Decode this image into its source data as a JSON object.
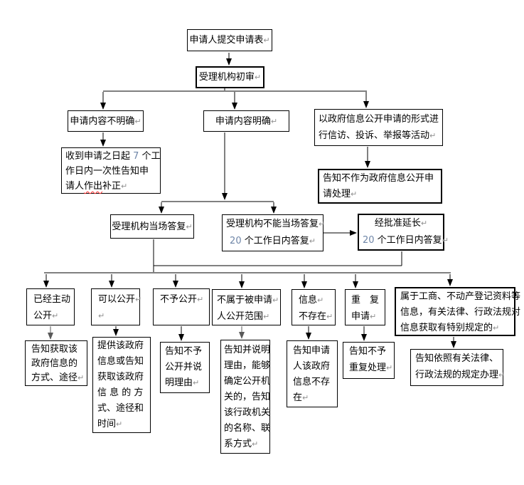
{
  "colors": {
    "background": "#ffffff",
    "box_border": "#000000",
    "connector": "#000000",
    "connector_gray": "#808080",
    "number": "#6f86a8",
    "return_mark": "#909090",
    "spell_wave": "#ff2a2a"
  },
  "nodes": {
    "submit": {
      "lines": [
        "申请人提交申请表↵"
      ]
    },
    "review": {
      "lines": [
        "受理机构初审↵"
      ]
    },
    "unclear": {
      "lines": [
        "申请内容不明确↵"
      ]
    },
    "clear": {
      "lines": [
        "申请内容明确↵"
      ]
    },
    "petition": {
      "lines": [
        "以政府信息公开申请的形式进",
        "行信访、投诉、举报等活动↵"
      ]
    },
    "correct": {
      "lines": [
        "收到申请之日起 7 个工",
        "作日内一次性告知申",
        "请人⟦作出⟧补正↵"
      ]
    },
    "nothandle": {
      "lines": [
        "告知不作为政府信息公开申",
        "请处理↵"
      ]
    },
    "onspot": {
      "lines": [
        "受理机构当场答复↵"
      ]
    },
    "not_onspot": {
      "lines": [
        "受理机构不能当场答复↵",
        "20 个工作日内答复↵"
      ]
    },
    "extend": {
      "lines": [
        "经批准延长↵",
        "20 个工作日内答复↵"
      ]
    },
    "cat_already_public": {
      "lines": [
        "已经主动",
        "公开↵"
      ]
    },
    "cat_can_public": {
      "lines": [
        "可以公开↵",
        "↵"
      ]
    },
    "cat_not_public": {
      "lines": [
        "不予公开↵"
      ]
    },
    "cat_not_in_scope": {
      "lines": [
        "不属于被申请↵",
        "人公开范围↵"
      ]
    },
    "cat_not_exist": {
      "lines": [
        "信息↵",
        "不存在↵"
      ]
    },
    "cat_repeat": {
      "lines": [
        "重　复",
        "申请↵"
      ]
    },
    "cat_special": {
      "lines": [
        "属于工商、不动产登记资料等",
        "信息，有关法律、行政法规对",
        "信息获取有特别规定的↵"
      ]
    },
    "ans_way": {
      "lines": [
        "告知获取该",
        "政府信息的",
        "方式、途径↵"
      ]
    },
    "ans_provide": {
      "lines": [
        "提供该政府",
        "信息或告知",
        "获取该政府",
        "信 息 的 方",
        "式、途径和",
        "时间↵"
      ]
    },
    "ans_reason": {
      "lines": [
        "告知不予",
        "公开并说",
        "明理由↵"
      ]
    },
    "ans_agency": {
      "lines": [
        "告知并说明",
        "理由，能够",
        "确定公开机",
        "关的，告知",
        "该行政机关",
        "的名称、联",
        "系方式↵"
      ]
    },
    "ans_not_exist": {
      "lines": [
        "告知申请",
        "人该政府",
        "信息不存",
        "在↵"
      ]
    },
    "ans_no_repeat": {
      "lines": [
        "告知不予",
        "重复处理↵"
      ]
    },
    "ans_by_law": {
      "lines": [
        "告知依照有关法律、",
        "行政法规的规定办理↵"
      ]
    }
  }
}
